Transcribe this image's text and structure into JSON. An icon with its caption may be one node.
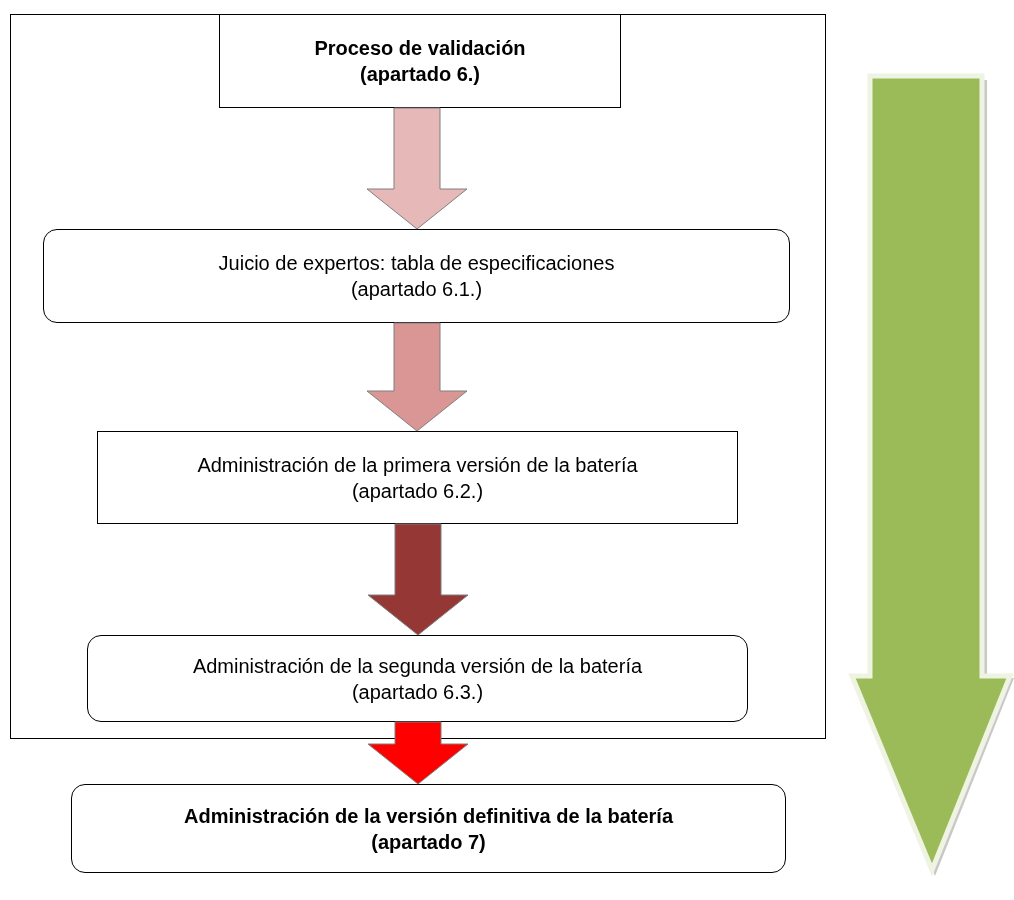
{
  "diagram": {
    "nodes": [
      {
        "text": [],
        "shape": "box"
      },
      {
        "text": [
          "Proceso de validación (apartado 6.)"
        ],
        "in": 0
      },
      {
        "text": [
          "Juicio de expertos: tabla de especificaciones (apartado 6.1.)"
        ],
        "in": 0
      },
      {
        "text": [
          "Administración de la primera versión de la batería (apartado 6.2.)"
        ],
        "in": 0
      },
      {
        "text": [
          "Administración de la segunda versión de la batería (apartado 6.3.)"
        ],
        "in": 0
      },
      {
        "text": [
          "Administración de la versión definitiva de la batería (apartado 7)"
        ]
      }
    ],
    "edges": [
      {
        "from": 1,
        "to": 2,
        "arrow": "to",
        "style": "thick",
        "color": "#e6b8b7"
      },
      {
        "from": 2,
        "to": 3,
        "arrow": "to",
        "style": "thick",
        "color": "#d99694"
      },
      {
        "from": 3,
        "to": 4,
        "arrow": "to",
        "style": "thick",
        "color": "#953735"
      },
      {
        "from": 4,
        "to": 5,
        "arrow": "to",
        "style": "thick",
        "color": "#ff0000"
      }
    ]
  }
}
